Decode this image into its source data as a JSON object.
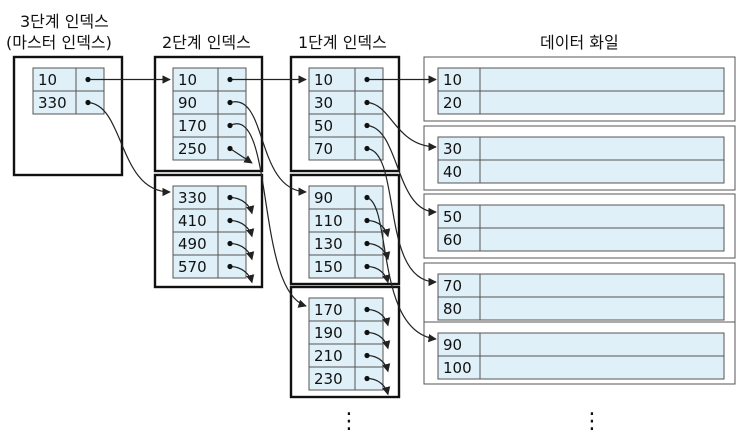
{
  "headers": {
    "level3_line1": "3단계 인덱스",
    "level3_line2": "(마스터 인덱스)",
    "level2": "2단계 인덱스",
    "level1": "1단계 인덱스",
    "datafile": "데이터 화일"
  },
  "level3": {
    "keys": [
      "10",
      "330"
    ]
  },
  "level2": {
    "blocks": [
      [
        "10",
        "90",
        "170",
        "250"
      ],
      [
        "330",
        "410",
        "490",
        "570"
      ]
    ]
  },
  "level1": {
    "blocks": [
      [
        "10",
        "30",
        "50",
        "70"
      ],
      [
        "90",
        "110",
        "130",
        "150"
      ],
      [
        "170",
        "190",
        "210",
        "230"
      ]
    ]
  },
  "datafile": {
    "blocks": [
      [
        "10",
        "20"
      ],
      [
        "30",
        "40"
      ],
      [
        "50",
        "60"
      ],
      [
        "70",
        "80"
      ],
      [
        "90",
        "100"
      ]
    ]
  },
  "continuation": "⋮",
  "colors": {
    "cell_fill": "#dff0f8",
    "cell_stroke": "#555555",
    "block_stroke": "#111111",
    "arrow": "#222222"
  }
}
